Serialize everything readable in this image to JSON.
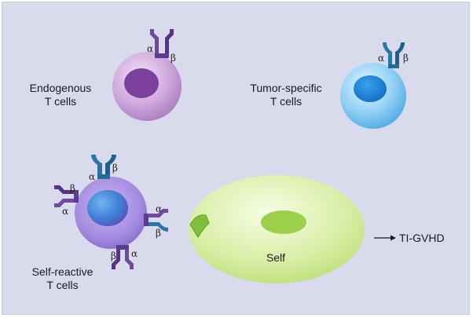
{
  "labels": {
    "endogenous": {
      "line1": "Endogenous",
      "line2": "T cells"
    },
    "tumor_specific": {
      "line1": "Tumor-specific",
      "line2": "T cells"
    },
    "self_reactive": {
      "line1": "Self-reactive",
      "line2": "T cells"
    },
    "self": "Self",
    "outcome": "TI-GVHD",
    "alpha": "α",
    "beta": "β"
  },
  "colors": {
    "background": "#d9dbec",
    "endogenous_cell": "#cfa8dc",
    "endogenous_nucleus": "#7b3f9d",
    "tumor_cell": "#8fd0f5",
    "tumor_nucleus": "#1a86d6",
    "self_reactive_cell": "#a58be0",
    "self_cell": "#d8eea4",
    "self_nucleus": "#9ccf4a",
    "tcr_purple": "#6f4a9e",
    "tcr_teal": "#2a76a8"
  }
}
